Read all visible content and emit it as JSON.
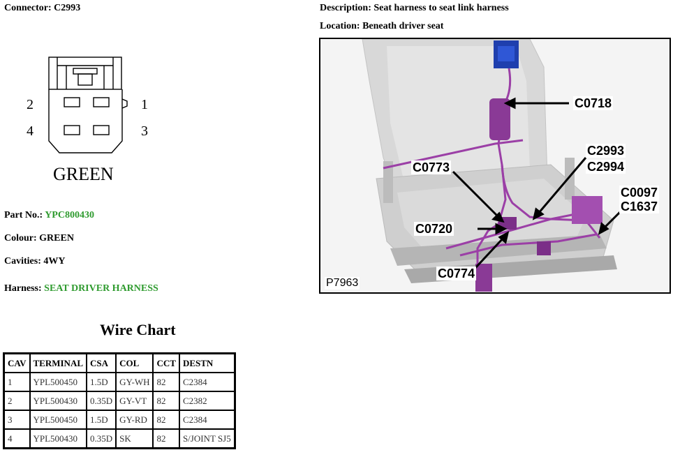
{
  "header": {
    "connector_label": "Connector:",
    "connector_value": "C2993",
    "description_label": "Description:",
    "description_value": "Seat harness to seat link harness",
    "location_label": "Location:",
    "location_value": "Beneath driver seat"
  },
  "connector_diagram": {
    "pins": [
      "2",
      "1",
      "4",
      "3"
    ],
    "colour_label": "GREEN"
  },
  "details": {
    "part_no_label": "Part No.:",
    "part_no_value": "YPC800430",
    "colour_label": "Colour:",
    "colour_value": "GREEN",
    "cavities_label": "Cavities:",
    "cavities_value": "4WY",
    "harness_label": "Harness:",
    "harness_value": "SEAT DRIVER HARNESS",
    "link_color": "#2f9b2f"
  },
  "wire_chart": {
    "title": "Wire Chart",
    "headers": [
      "CAV",
      "TERMINAL",
      "CSA",
      "COL",
      "CCT",
      "DESTN"
    ],
    "rows": [
      [
        "1",
        "YPL500450",
        "1.5D",
        "GY-WH",
        "82",
        "C2384"
      ],
      [
        "2",
        "YPL500430",
        "0.35D",
        "GY-VT",
        "82",
        "C2382"
      ],
      [
        "3",
        "YPL500450",
        "1.5D",
        "GY-RD",
        "82",
        "C2384"
      ],
      [
        "4",
        "YPL500430",
        "0.35D",
        "SK",
        "82",
        "S/JOINT SJ5"
      ]
    ]
  },
  "photo": {
    "ref": "P7963",
    "callouts": [
      "C0718",
      "C2993",
      "C2994",
      "C0773",
      "C0097",
      "C1637",
      "C0720",
      "C0774"
    ],
    "harness_color": "#9b3fa6"
  }
}
